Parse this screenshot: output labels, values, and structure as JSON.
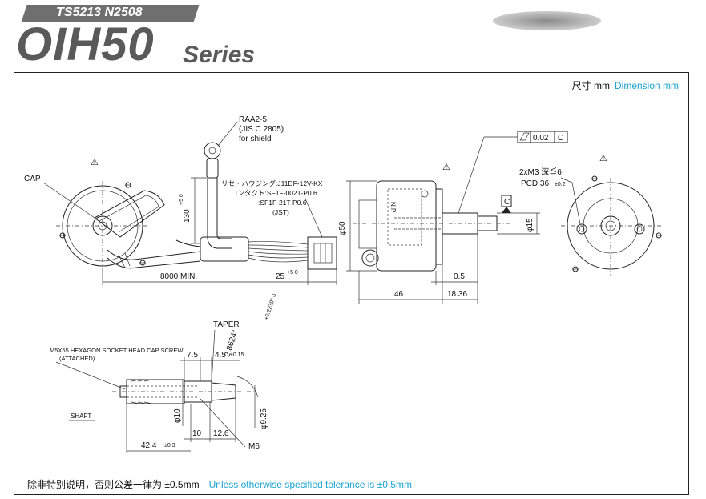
{
  "header": {
    "code": "TS5213 N2508",
    "series_name": "OIH50",
    "series_word": "Series"
  },
  "dimension_unit": {
    "cn": "尺寸 mm",
    "en": "Dimension mm"
  },
  "tolerance_note": {
    "cn": "除非特别说明，否则公差一律为 ±0.5mm",
    "en": "Unless otherwise specified tolerance is ±0.5mm"
  },
  "drawing": {
    "warning_symbol": "⚠",
    "cap_label": "CAP",
    "terminal": [
      "RAA2-5",
      "(JIS C 2805)",
      "for shield"
    ],
    "connector_housing": "リセ・ハウジング:J11DF-12V-KX",
    "connector_contact_1": "コンタクト:SF1F-002T-P0.6",
    "connector_contact_2": ":SF1F-21T-P0.6",
    "connector_maker": "(JST)",
    "cable_height": "130",
    "cable_height_tol": "+5\n0",
    "cable_length": "8000 MIN.",
    "lead_length": "25",
    "lead_length_tol": "+5 0",
    "body_diameter": "φ50",
    "flatness": "0.02",
    "datum": "C",
    "shaft_diameter": "φ15",
    "dim_05": "0.5",
    "dim_46": "46",
    "dim_1836": "18.36",
    "screw_spec": "2xM3 深≦6",
    "pcd": "PCD 36",
    "pcd_tol": "±0.2",
    "screw_label": "M5X55 HEXAGON SOCKET HEAD CAP SCREW",
    "screw_attached": "(ATTACHED)",
    "taper_label": "TAPER",
    "taper_angle": "2.8624°",
    "taper_angle_tol": "+0.2239°\n0",
    "dim_75": "7.5",
    "dim_45": "4.5",
    "dim_45_tol": "±0.15",
    "shaft_label": "SHAFT",
    "dim_phi10": "φ10",
    "dim_phi925": "φ9.25",
    "dim_10": "10",
    "dim_126": "12.6",
    "dim_424": "42.4",
    "dim_424_tol": "±0.3",
    "thread": "M6"
  }
}
